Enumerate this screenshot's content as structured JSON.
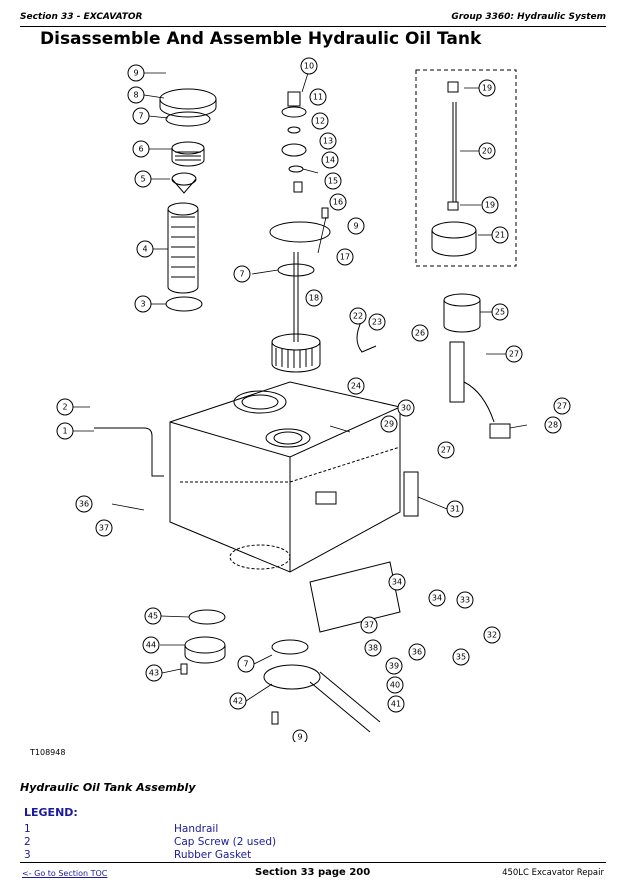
{
  "header": {
    "section": "Section 33 - EXCAVATOR",
    "group": "Group 3360: Hydraulic System"
  },
  "title": "Disassemble And Assemble Hydraulic Oil Tank",
  "figure": {
    "id": "T108948",
    "caption": "Hydraulic Oil Tank Assembly",
    "callouts": [
      "9",
      "8",
      "7",
      "6",
      "5",
      "4",
      "3",
      "2",
      "1",
      "10",
      "11",
      "12",
      "13",
      "14",
      "15",
      "16",
      "9",
      "17",
      "7",
      "18",
      "19",
      "20",
      "19",
      "21",
      "22",
      "23",
      "24",
      "25",
      "26",
      "27",
      "28",
      "27",
      "29",
      "30",
      "27",
      "31",
      "36",
      "37",
      "34",
      "33",
      "34",
      "32",
      "35",
      "36",
      "37",
      "38",
      "39",
      "40",
      "41",
      "45",
      "44",
      "43",
      "7",
      "42",
      "9"
    ]
  },
  "legend": {
    "title": "LEGEND:",
    "items": [
      {
        "num": "1",
        "text": "Handrail"
      },
      {
        "num": "2",
        "text": "Cap Screw (2 used)"
      },
      {
        "num": "3",
        "text": "Rubber Gasket"
      }
    ]
  },
  "footer": {
    "toc_link": "<- Go to Section TOC",
    "page": "Section 33 page 200",
    "doc": "450LC Excavator Repair"
  }
}
